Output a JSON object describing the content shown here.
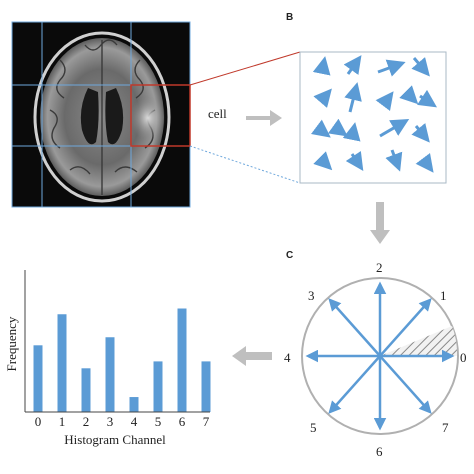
{
  "panel_a": {
    "mri_label": ""
  },
  "panel_b": {
    "label": "B",
    "cell_label": "cell"
  },
  "panel_c": {
    "label": "C",
    "direction_labels": [
      "0",
      "1",
      "2",
      "3",
      "4",
      "5",
      "6",
      "7"
    ]
  },
  "colors": {
    "arrow_blue": "#5b9bd5",
    "grid_blue": "#6fa8dc",
    "highlight_red": "#c0392b",
    "flow_arrow_gray": "#bfbfbf",
    "histogram_bar": "#5b9bd5"
  },
  "chart_data": {
    "type": "bar",
    "categories": [
      "0",
      "1",
      "2",
      "3",
      "4",
      "5",
      "6",
      "7"
    ],
    "values": [
      0.58,
      0.85,
      0.38,
      0.65,
      0.13,
      0.44,
      0.9,
      0.44
    ],
    "title": "",
    "xlabel": "Histogram Channel",
    "ylabel": "Frequency",
    "ylim": [
      0,
      1
    ]
  }
}
